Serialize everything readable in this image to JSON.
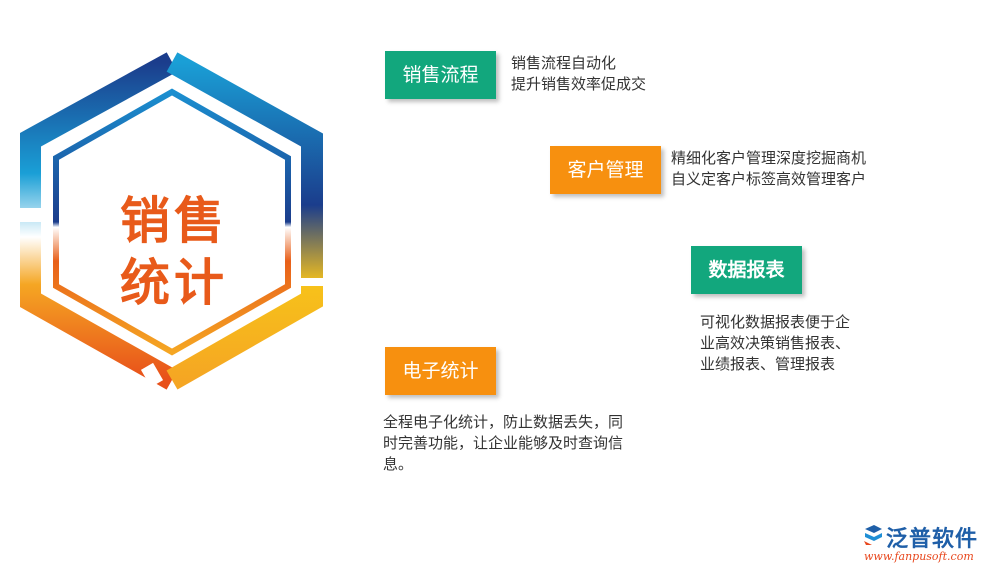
{
  "center": {
    "line1": "销售",
    "line2": "统计"
  },
  "items": [
    {
      "label": "销售流程",
      "desc_lines": [
        "销售流程自动化",
        "提升销售效率促成交"
      ]
    },
    {
      "label": "客户管理",
      "desc_lines": [
        "精细化客户管理深度挖掘商机",
        "自义定客户标签高效管理客户"
      ]
    },
    {
      "label": "数据报表",
      "desc_lines": [
        "可视化数据报表便于企",
        "业高效决策销售报表、",
        "业绩报表、管理报表"
      ]
    },
    {
      "label": "电子统计",
      "desc_lines": [
        "全程电子化统计，防止数据丢失，同",
        "时完善功能，让企业能够及时查询信",
        "息。"
      ]
    }
  ],
  "logo": {
    "name": "泛普软件",
    "url": "www.fanpusoft.com"
  },
  "colors": {
    "green": "#12a77d",
    "orange": "#f7900f",
    "title": "#e85a1a",
    "blue": "#1f5fa8"
  }
}
